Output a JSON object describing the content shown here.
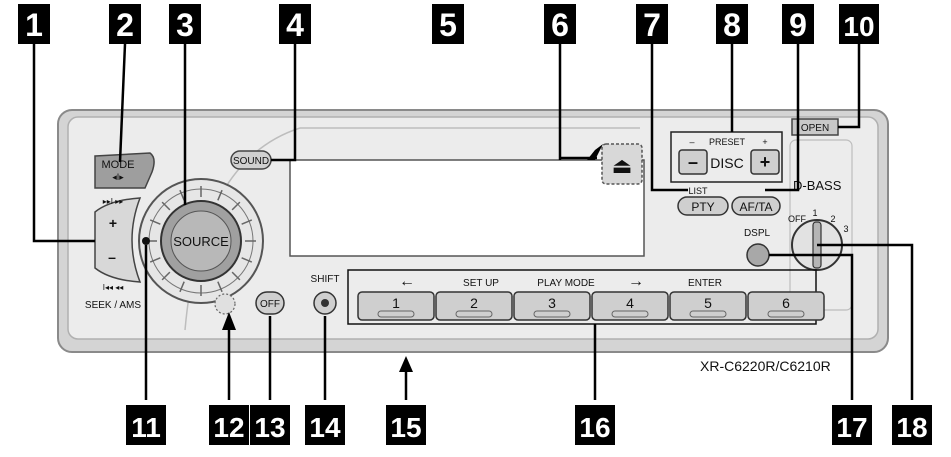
{
  "callouts": [
    "1",
    "2",
    "3",
    "4",
    "5",
    "6",
    "7",
    "8",
    "9",
    "10",
    "11",
    "12",
    "13",
    "14",
    "15",
    "16",
    "17",
    "18"
  ],
  "unit": {
    "mode_label": "MODE",
    "mode_sub": "◂I▸",
    "source_label": "SOURCE",
    "sound_label": "SOUND",
    "seek_next": "▸▸I ▸▸",
    "seek_prev": "I◂◂ ◂◂",
    "seek_plus": "+",
    "seek_minus": "–",
    "seek_ams": "SEEK / AMS",
    "open_label": "OPEN",
    "preset_minus_mark": "–",
    "preset_label": "PRESET",
    "preset_plus_mark": "+",
    "disc_minus": "–",
    "disc_label": "DISC",
    "disc_plus": "+",
    "dbass_label": "D-BASS",
    "list_label": "LIST",
    "pty_label": "PTY",
    "afta_label": "AF/TA",
    "dial_off": "OFF",
    "dial_1": "1",
    "dial_2": "2",
    "dial_3": "3",
    "dspl_label": "DSPL",
    "shift_label": "SHIFT",
    "off_label": "OFF",
    "eject_glyph": "⏏",
    "model": "XR-C6220R/C6210R"
  },
  "preset_row": {
    "labels": [
      {
        "text": "←"
      },
      {
        "text": "SET UP"
      },
      {
        "text": "PLAY MODE"
      },
      {
        "text": "→"
      },
      {
        "text": "ENTER"
      }
    ],
    "buttons": [
      "1",
      "2",
      "3",
      "4",
      "5",
      "6"
    ]
  }
}
